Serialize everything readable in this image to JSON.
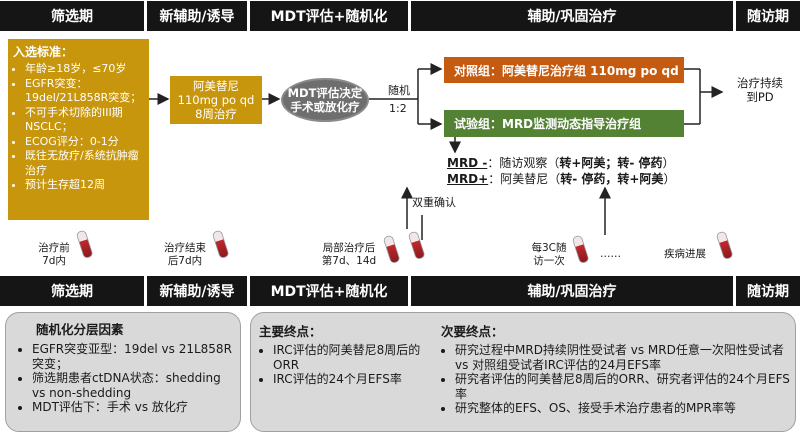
{
  "header": {
    "screening": "筛选期",
    "neoadjuvant": "新辅助/诱导",
    "mdt": "MDT评估+随机化",
    "adjuvant": "辅助/巩固治疗",
    "followup": "随访期"
  },
  "inclusion": {
    "title": "入选标准：",
    "items": [
      "年龄≥18岁，≤70岁",
      "EGFR突变：19del/21L858R突变；",
      "不可手术切除的III期NSCLC；",
      "ECOG评分：0-1分",
      "既往无放疗/系统抗肿瘤治疗",
      "预计生存超12周"
    ]
  },
  "drug_box": {
    "line1": "阿美替尼",
    "line2": "110mg po qd",
    "line3": "8周治疗"
  },
  "mdt_ellipse": {
    "line1": "MDT评估决定",
    "line2": "手术或放化疗"
  },
  "randomize": {
    "label": "随机",
    "ratio": "1:2"
  },
  "control_arm": "对照组：阿美替尼治疗组 110mg po qd",
  "experimental_arm": "试验组：MRD监测动态指导治疗组",
  "outcome": {
    "line1": "治疗持续",
    "line2": "到PD"
  },
  "mrd": {
    "neg_label": "MRD -",
    "neg_text": "：随访观察（",
    "neg_bold": "转+阿美；转- 停药",
    "neg_end": "）",
    "pos_label": "MRD+",
    "pos_text": "：阿美替尼（",
    "pos_bold": "转- 停药，转+阿美",
    "pos_end": "）"
  },
  "double_confirm": "双重确认",
  "timepoints": {
    "tp1_line1": "治疗前",
    "tp1_line2": "7d内",
    "tp2_line1": "治疗结束",
    "tp2_line2": "后7d内",
    "tp3_line1": "局部治疗后",
    "tp3_line2": "第7d、14d",
    "tp4_line1": "每3C随",
    "tp4_line2": "访一次",
    "dots": "……",
    "tp5": "疾病进展"
  },
  "strat": {
    "title": "随机化分层因素",
    "items": [
      "EGFR突变亚型：19del vs 21L858R突变；",
      "筛选期患者ctDNA状态：shedding vs non-shedding",
      "MDT评估下：手术 vs 放化疗"
    ]
  },
  "primary": {
    "title": "主要终点：",
    "items": [
      "IRC评估的阿美替尼8周后的ORR",
      "IRC评估的24个月EFS率"
    ]
  },
  "secondary": {
    "title": "次要终点：",
    "items": [
      "研究过程中MRD持续阴性受试者 vs MRD任意一次阳性受试者vs 对照组受试者IRC评估的24月EFS率",
      "研究者评估的阿美替尼8周后的ORR、研究者评估的24个月EFS率",
      "研究整体的EFS、OS、接受手术治疗患者的MPR率等"
    ]
  },
  "colors": {
    "header_bg": "#151515",
    "gold": "#c8960c",
    "control": "#c55a11",
    "experimental": "#548235",
    "ellipse": "#6e6e6e",
    "panel": "#d9d9d9"
  }
}
